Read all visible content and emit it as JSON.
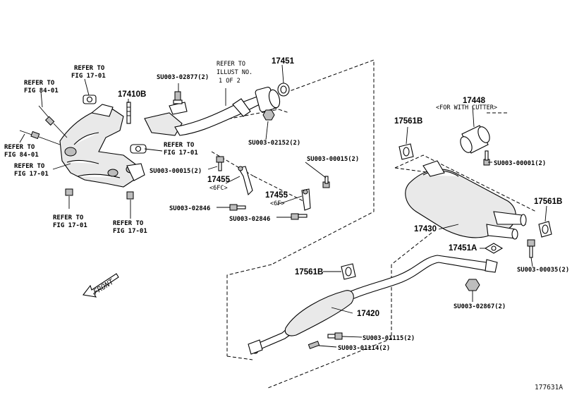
{
  "diagram_code": "177631A",
  "front_label": "FRONT",
  "part_numbers": {
    "p17451_top": "17451",
    "p17410b": "17410B",
    "p17448": "17448",
    "p17448_note": "<FOR WITH CUTTER>",
    "p17561b_left": "17561B",
    "p17561b_right": "17561B",
    "p17561b_lower": "17561B",
    "p17430": "17430",
    "p17451a": "17451A",
    "p17420": "17420",
    "p17455_a": "17455",
    "p17455_a_note": "<6FC>",
    "p17455_b": "17455",
    "p17455_b_note": "<6F>"
  },
  "fasteners": {
    "f02877": "SU003-02877(2)",
    "f02152": "SU003-02152(2)",
    "f00015_right": "SU003-00015(2)",
    "f00015_left": "SU003-00015(2)",
    "f02846_left": "SU003-02846",
    "f02846_right": "SU003-02846",
    "f00001": "SU003-00001(2)",
    "f00035": "SU003-00035(2)",
    "f02867": "SU003-02867(2)",
    "f01115": "SU003-01115(2)",
    "f01114": "SU003-01114(2)"
  },
  "references": {
    "refer_to": "REFER TO",
    "fig_17_01": "FIG 17-01",
    "fig_84_01": "FIG 84-01",
    "illust_line1": "REFER TO",
    "illust_line2": "ILLUST NO.",
    "illust_line3": "1 OF 2"
  }
}
